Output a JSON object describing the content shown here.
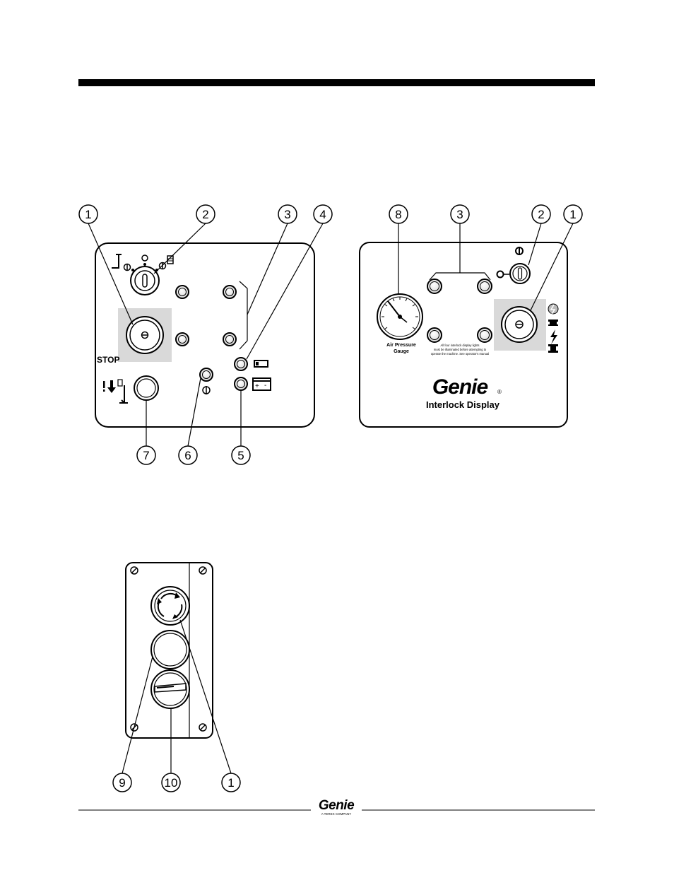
{
  "callouts": {
    "left": {
      "c1": "1",
      "c2": "2",
      "c3": "3",
      "c4": "4",
      "c5": "5",
      "c6": "6",
      "c7": "7"
    },
    "right": {
      "c8": "8",
      "c3": "3",
      "c2": "2",
      "c1": "1"
    },
    "bottom": {
      "c9": "9",
      "c10": "10",
      "c1": "1"
    }
  },
  "left_panel": {
    "stop_label": "STOP"
  },
  "right_panel": {
    "gauge_line1": "Air Pressure",
    "gauge_line2": "Gauge",
    "note_line1": "All four interlock display lights",
    "note_line2": "must be illuminated before attempting to",
    "note_line3": "operate the machine. See operator's manual",
    "brand": "Genie",
    "registered": "®",
    "subtitle": "Interlock Display"
  },
  "footer": {
    "brand": "Genie",
    "tagline": "A TEREX COMPANY"
  }
}
